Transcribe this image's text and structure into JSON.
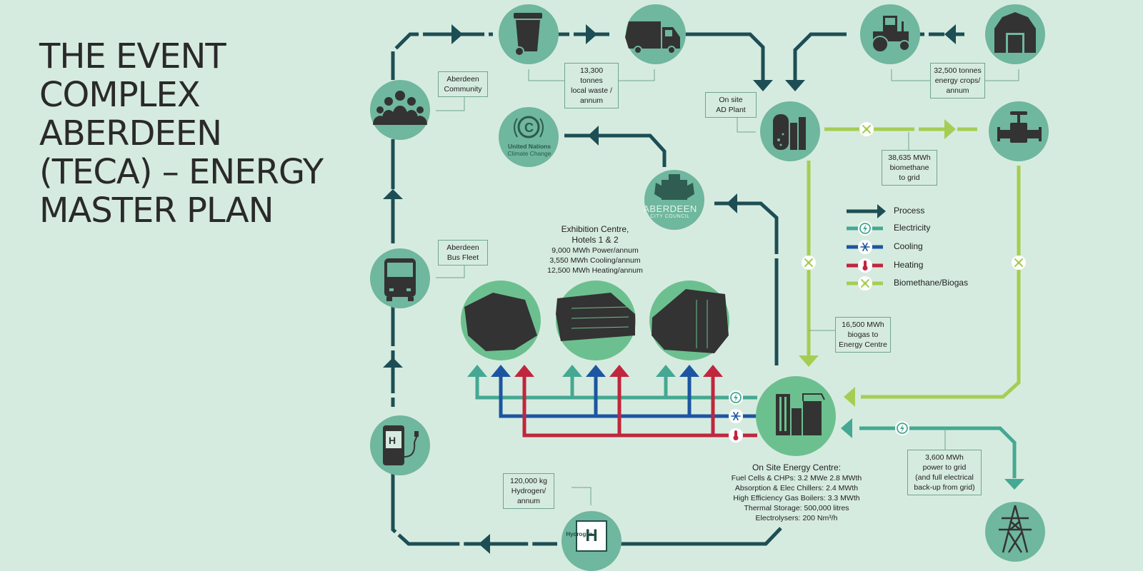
{
  "title_lines": [
    "THE EVENT",
    "COMPLEX",
    "ABERDEEN",
    "(TECA) – ENERGY",
    "MASTER PLAN"
  ],
  "labels": {
    "community": [
      "Aberdeen",
      "Community"
    ],
    "local_waste": [
      "13,300 tonnes",
      "local waste /",
      "annum"
    ],
    "energy_crops": [
      "32,500 tonnes",
      "energy crops/",
      "annum"
    ],
    "ad_plant": [
      "On site",
      "AD Plant"
    ],
    "biomethane": [
      "38,635 MWh",
      "biomethane",
      "to grid"
    ],
    "bus_fleet": [
      "Aberdeen",
      "Bus Fleet"
    ],
    "biogas": [
      "16,500 MWh",
      "biogas to",
      "Energy Centre"
    ],
    "power_grid": [
      "3,600 MWh",
      "power to grid",
      "(and full electrical",
      "back-up from grid)"
    ],
    "hydrogen": [
      "120,000 kg",
      "Hydrogen/",
      "annum"
    ]
  },
  "exhibition": {
    "heading": [
      "Exhibition Centre,",
      "Hotels 1 & 2"
    ],
    "lines": [
      "9,000 MWh Power/annum",
      "3,550 MWh Cooling/annum",
      "12,500 MWh Heating/annum"
    ]
  },
  "energy_centre": {
    "heading": "On Site Energy Centre:",
    "lines": [
      "Fuel Cells & CHPs: 3.2 MWe 2.8 MWth",
      "Absorption & Elec Chillers: 2.4 MWth",
      "High Efficiency Gas Boilers: 3.3 MWth",
      "Thermal Storage: 500,000 litres",
      "Electrolysers: 200 Nm³/h"
    ]
  },
  "legend": [
    {
      "label": "Process",
      "color": "#1d4e55"
    },
    {
      "label": "Electricity",
      "color": "#45a892"
    },
    {
      "label": "Cooling",
      "color": "#1c56a0"
    },
    {
      "label": "Heating",
      "color": "#c0263d"
    },
    {
      "label": "Biomethane/Biogas",
      "color": "#a6cd53"
    }
  ],
  "logo_text": {
    "un": [
      "United Nations",
      "Climate Change"
    ],
    "council": [
      "ABERDEEN",
      "CITY COUNCIL"
    ],
    "hydrogen_element": "Hydrogen",
    "hydrogen_symbol": "H"
  },
  "colors": {
    "background": "#d6ebdf",
    "circle": "#6fb79e",
    "building_circle": "#6cc08f",
    "process": "#1d4e55",
    "electricity": "#45a892",
    "cooling": "#1c56a0",
    "heating": "#c0263d",
    "biogas": "#a6cd53",
    "icon": "#333333"
  },
  "icons": [
    "community-icon",
    "wheelie-bin-icon",
    "garbage-truck-icon",
    "tractor-icon",
    "barn-icon",
    "un-climate-logo",
    "ad-plant-icon",
    "gas-pipe-valve-icon",
    "city-council-crest",
    "bus-icon",
    "hydrogen-fuel-pump-icon",
    "building-icon",
    "energy-centre-icon",
    "hydrogen-element-icon",
    "power-pylon-icon"
  ]
}
